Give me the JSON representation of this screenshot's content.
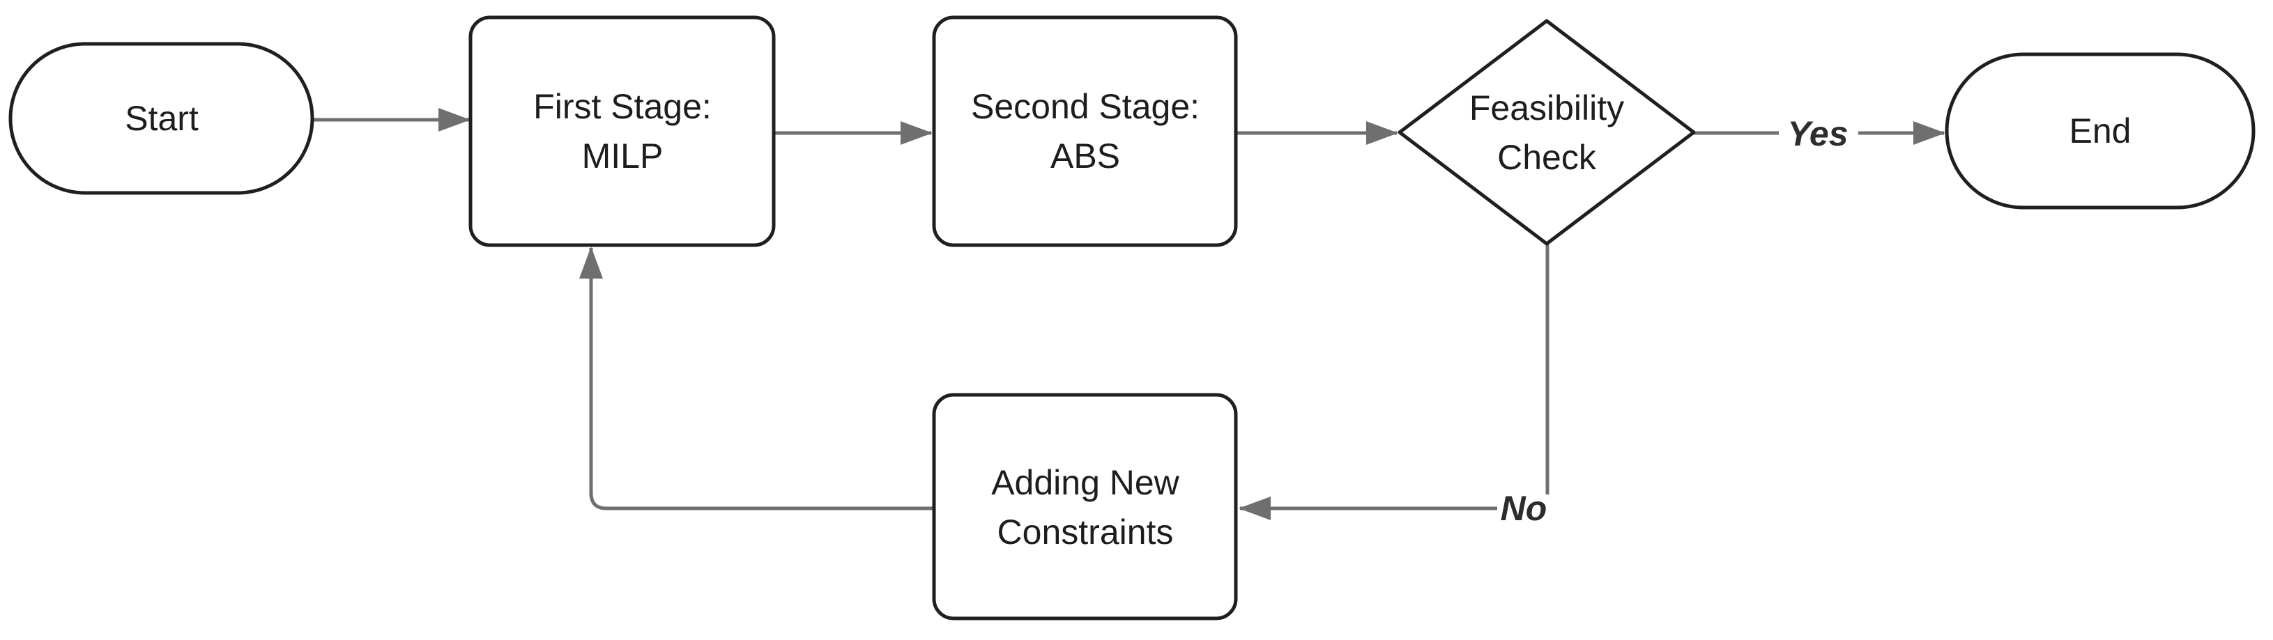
{
  "diagram": {
    "colors": {
      "border": "#1f1f1f",
      "arrow": "#6f6f6f",
      "text": "#1d1d1d",
      "edge_label": "#2d2d2d",
      "node_fill": "#ffffff",
      "background": "#ffffff"
    },
    "nodes": {
      "start": {
        "type": "terminator",
        "label": "Start"
      },
      "first_stage": {
        "type": "process",
        "line1": "First Stage:",
        "line2": "MILP"
      },
      "second_stage": {
        "type": "process",
        "line1": "Second Stage:",
        "line2": "ABS"
      },
      "feasibility_check": {
        "type": "decision",
        "line1": "Feasibility",
        "line2": "Check"
      },
      "end": {
        "type": "terminator",
        "label": "End"
      },
      "adding_constraints": {
        "type": "process",
        "line1": "Adding New",
        "line2": "Constraints"
      }
    },
    "edge_labels": {
      "yes": "Yes",
      "no": "No"
    },
    "edges": [
      {
        "from": "Start",
        "to": "First Stage: MILP",
        "label": ""
      },
      {
        "from": "First Stage: MILP",
        "to": "Second Stage: ABS",
        "label": ""
      },
      {
        "from": "Second Stage: ABS",
        "to": "Feasibility Check",
        "label": ""
      },
      {
        "from": "Feasibility Check",
        "to": "End",
        "label": "Yes"
      },
      {
        "from": "Feasibility Check",
        "to": "Adding New Constraints",
        "label": "No"
      },
      {
        "from": "Adding New Constraints",
        "to": "First Stage: MILP",
        "label": ""
      }
    ]
  }
}
